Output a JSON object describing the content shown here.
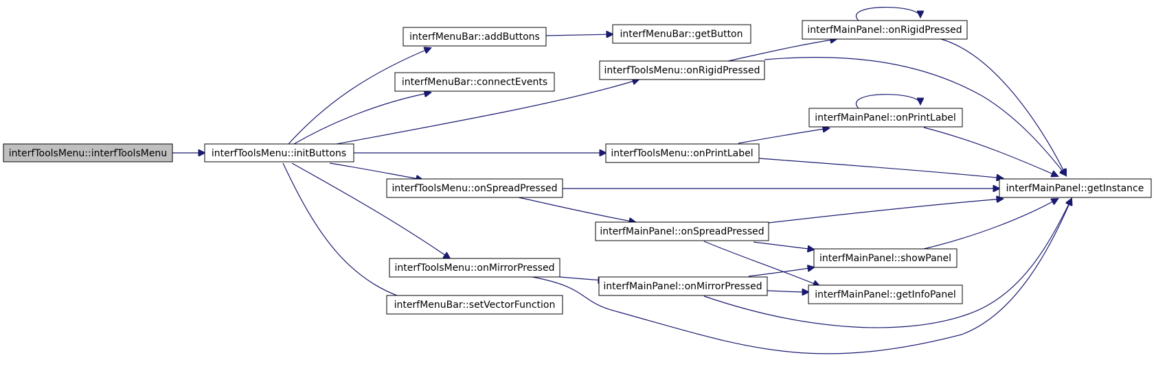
{
  "graph": {
    "colors": {
      "edge": "#191970",
      "root_fill": "#bfbfbf",
      "node_fill": "#ffffff",
      "node_border": "#000000"
    },
    "nodes": {
      "n_root": "interfToolsMenu::interfToolsMenu",
      "n_initButtons": "interfToolsMenu::initButtons",
      "n_addButtons": "interfMenuBar::addButtons",
      "n_getButton": "interfMenuBar::getButton",
      "n_connectEvents": "interfMenuBar::connectEvents",
      "n_tm_onRigid": "interfToolsMenu::onRigidPressed",
      "n_mp_onRigid": "interfMainPanel::onRigidPressed",
      "n_tm_onPrint": "interfToolsMenu::onPrintLabel",
      "n_mp_onPrint": "interfMainPanel::onPrintLabel",
      "n_tm_onSpread": "interfToolsMenu::onSpreadPressed",
      "n_getInstance": "interfMainPanel::getInstance",
      "n_mp_onSpread": "interfMainPanel::onSpreadPressed",
      "n_tm_onMirror": "interfToolsMenu::onMirrorPressed",
      "n_mp_onMirror": "interfMainPanel::onMirrorPressed",
      "n_showPanel": "interfMainPanel::showPanel",
      "n_getInfoPanel": "interfMainPanel::getInfoPanel",
      "n_setVector": "interfMenuBar::setVectorFunction"
    },
    "edges": [
      {
        "from": "interfToolsMenu::interfToolsMenu",
        "to": "interfToolsMenu::initButtons"
      },
      {
        "from": "interfToolsMenu::initButtons",
        "to": "interfMenuBar::addButtons"
      },
      {
        "from": "interfToolsMenu::initButtons",
        "to": "interfMenuBar::connectEvents"
      },
      {
        "from": "interfToolsMenu::initButtons",
        "to": "interfToolsMenu::onRigidPressed"
      },
      {
        "from": "interfToolsMenu::initButtons",
        "to": "interfToolsMenu::onPrintLabel"
      },
      {
        "from": "interfToolsMenu::initButtons",
        "to": "interfToolsMenu::onSpreadPressed"
      },
      {
        "from": "interfToolsMenu::initButtons",
        "to": "interfToolsMenu::onMirrorPressed"
      },
      {
        "from": "interfToolsMenu::initButtons",
        "to": "interfMenuBar::setVectorFunction"
      },
      {
        "from": "interfMenuBar::addButtons",
        "to": "interfMenuBar::getButton"
      },
      {
        "from": "interfToolsMenu::onRigidPressed",
        "to": "interfMainPanel::onRigidPressed"
      },
      {
        "from": "interfToolsMenu::onRigidPressed",
        "to": "interfMainPanel::getInstance"
      },
      {
        "from": "interfMainPanel::onRigidPressed",
        "to": "interfMainPanel::onRigidPressed"
      },
      {
        "from": "interfMainPanel::onRigidPressed",
        "to": "interfMainPanel::getInstance"
      },
      {
        "from": "interfToolsMenu::onPrintLabel",
        "to": "interfMainPanel::onPrintLabel"
      },
      {
        "from": "interfToolsMenu::onPrintLabel",
        "to": "interfMainPanel::getInstance"
      },
      {
        "from": "interfMainPanel::onPrintLabel",
        "to": "interfMainPanel::onPrintLabel"
      },
      {
        "from": "interfMainPanel::onPrintLabel",
        "to": "interfMainPanel::getInstance"
      },
      {
        "from": "interfToolsMenu::onSpreadPressed",
        "to": "interfMainPanel::getInstance"
      },
      {
        "from": "interfToolsMenu::onSpreadPressed",
        "to": "interfMainPanel::onSpreadPressed"
      },
      {
        "from": "interfMainPanel::onSpreadPressed",
        "to": "interfMainPanel::getInstance"
      },
      {
        "from": "interfMainPanel::onSpreadPressed",
        "to": "interfMainPanel::showPanel"
      },
      {
        "from": "interfMainPanel::onSpreadPressed",
        "to": "interfMainPanel::getInfoPanel"
      },
      {
        "from": "interfToolsMenu::onMirrorPressed",
        "to": "interfMainPanel::onMirrorPressed"
      },
      {
        "from": "interfToolsMenu::onMirrorPressed",
        "to": "interfMainPanel::getInstance"
      },
      {
        "from": "interfMainPanel::onMirrorPressed",
        "to": "interfMainPanel::showPanel"
      },
      {
        "from": "interfMainPanel::onMirrorPressed",
        "to": "interfMainPanel::getInfoPanel"
      },
      {
        "from": "interfMainPanel::onMirrorPressed",
        "to": "interfMainPanel::getInstance"
      },
      {
        "from": "interfMainPanel::showPanel",
        "to": "interfMainPanel::getInstance"
      }
    ]
  }
}
